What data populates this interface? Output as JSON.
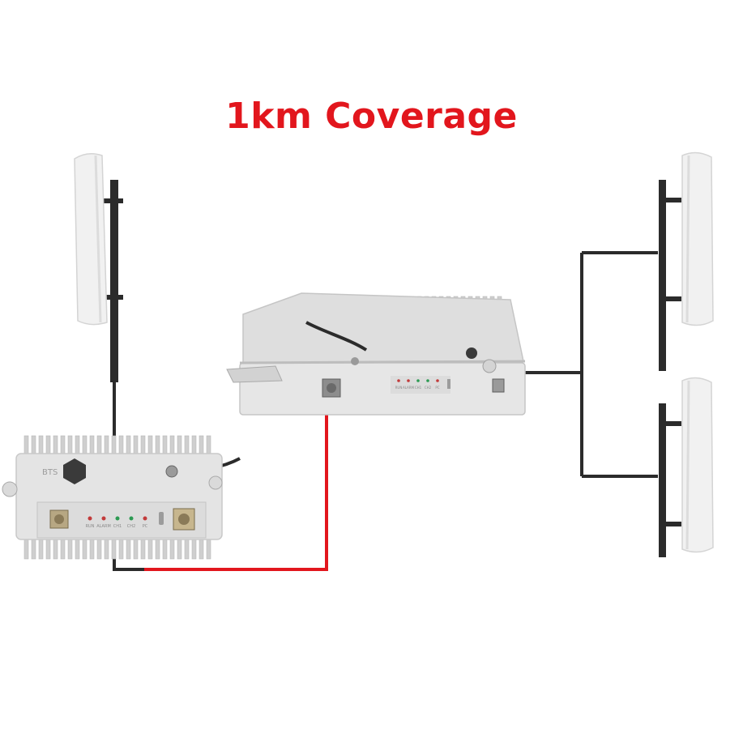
{
  "title": "1km Coverage",
  "colors": {
    "title": "#e2161d",
    "cable_black": "#2b2b2b",
    "cable_red": "#e2161d",
    "device_body": "#e4e4e4",
    "device_fin": "#cfcfcf",
    "antenna": "#f2f2f2"
  },
  "bts_unit": {
    "brand_label": "BTS",
    "led_labels": [
      "RUN",
      "ALARM",
      "CH1",
      "CH2",
      "PC"
    ]
  },
  "remote_unit": {
    "led_labels": [
      "RUN",
      "ALARM",
      "CH1",
      "CH2",
      "PC"
    ]
  }
}
